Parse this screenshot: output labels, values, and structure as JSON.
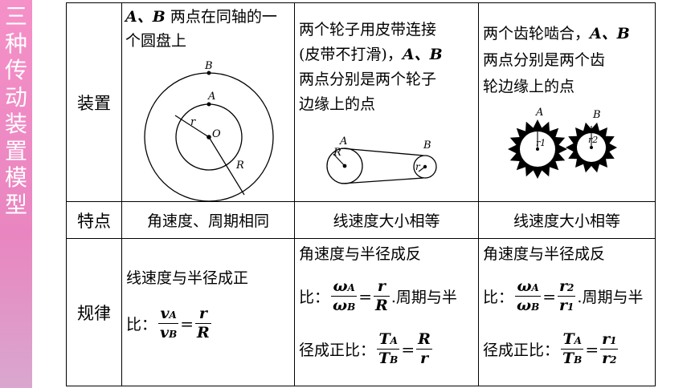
{
  "sidebar": {
    "title_chars": [
      "三",
      "种",
      "传",
      "动",
      "装",
      "置",
      "模",
      "型"
    ]
  },
  "rows": {
    "device": "装置",
    "feature": "特点",
    "rule": "规律"
  },
  "col1": {
    "desc_pre": "A、B",
    "desc_post": " 两点在同轴的一个圆盘上",
    "labels": {
      "B": "B",
      "A": "A",
      "O": "O",
      "r": "r",
      "R": "R"
    },
    "feature": "角速度、周期相同",
    "rule_line1": "线速度与半径成正",
    "rule_line2": "比：",
    "frac_left_num": "v",
    "frac_left_num_sub": "A",
    "frac_left_den": "v",
    "frac_left_den_sub": "B",
    "frac_right_num": "r",
    "frac_right_den": "R"
  },
  "col2": {
    "desc_line1": "两个轮子用皮带连接",
    "desc_line2a": "(皮带不打滑)，",
    "desc_line2b": "A、B",
    "desc_line3": "两点分别是两个轮子",
    "desc_line4": "边缘上的点",
    "labels": {
      "A": "A",
      "R": "R",
      "B": "B",
      "r": "r"
    },
    "feature": "线速度大小相等",
    "rule_line1": "角速度与半径成反",
    "rule_line2_pre": "比：",
    "f1_num": "ω",
    "f1_num_sub": "A",
    "f1_den": "ω",
    "f1_den_sub": "B",
    "f2_num": "r",
    "f2_den": "R",
    "rule_line2_post": ".周期与半",
    "rule_line3_pre": "径成正比：",
    "f3_num": "T",
    "f3_num_sub": "A",
    "f3_den": "T",
    "f3_den_sub": "B",
    "f4_num": "R",
    "f4_den": "r"
  },
  "col3": {
    "desc_line1": "两个齿轮啮合，",
    "desc_line1b": "A、B",
    "desc_line2": "两点分别是两个齿",
    "desc_line3": "轮边缘上的点",
    "labels": {
      "A": "A",
      "B": "B",
      "r1": "r1",
      "r2": "r2"
    },
    "feature": "线速度大小相等",
    "rule_line1": "角速度与半径成反",
    "rule_line2_pre": "比：",
    "f1_num": "ω",
    "f1_num_sub": "A",
    "f1_den": "ω",
    "f1_den_sub": "B",
    "f2_num": "r",
    "f2_num_sub": "2",
    "f2_den": "r",
    "f2_den_sub": "1",
    "rule_line2_post": ".周期与半",
    "rule_line3_pre": "径成正比：",
    "f3_num": "T",
    "f3_num_sub": "A",
    "f3_den": "T",
    "f3_den_sub": "B",
    "f4_num": "r",
    "f4_num_sub": "1",
    "f4_den": "r",
    "f4_den_sub": "2"
  }
}
